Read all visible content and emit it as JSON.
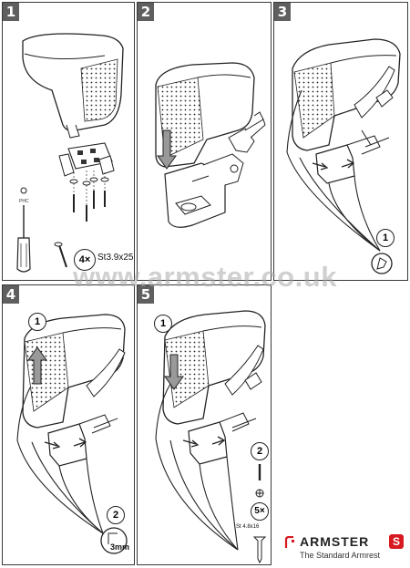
{
  "steps": [
    {
      "number": "1"
    },
    {
      "number": "2"
    },
    {
      "number": "3"
    },
    {
      "number": "4"
    },
    {
      "number": "5"
    }
  ],
  "step1": {
    "phc_label": "PHC",
    "screw_count": "4×",
    "screw_spec": "St3.9x25"
  },
  "step3": {
    "callout": "1"
  },
  "step4": {
    "callout_1": "1",
    "callout_2": "2",
    "measure": "3mm"
  },
  "step5": {
    "callout_1": "1",
    "callout_2": "2",
    "screw_count": "5×",
    "screw_spec": "St 4.8x16"
  },
  "watermark": "www.armster.co.uk",
  "brand": {
    "name": "ARMSTER",
    "badge": "S",
    "tagline": "The Standard Armrest",
    "accent_color": "#d71920"
  }
}
